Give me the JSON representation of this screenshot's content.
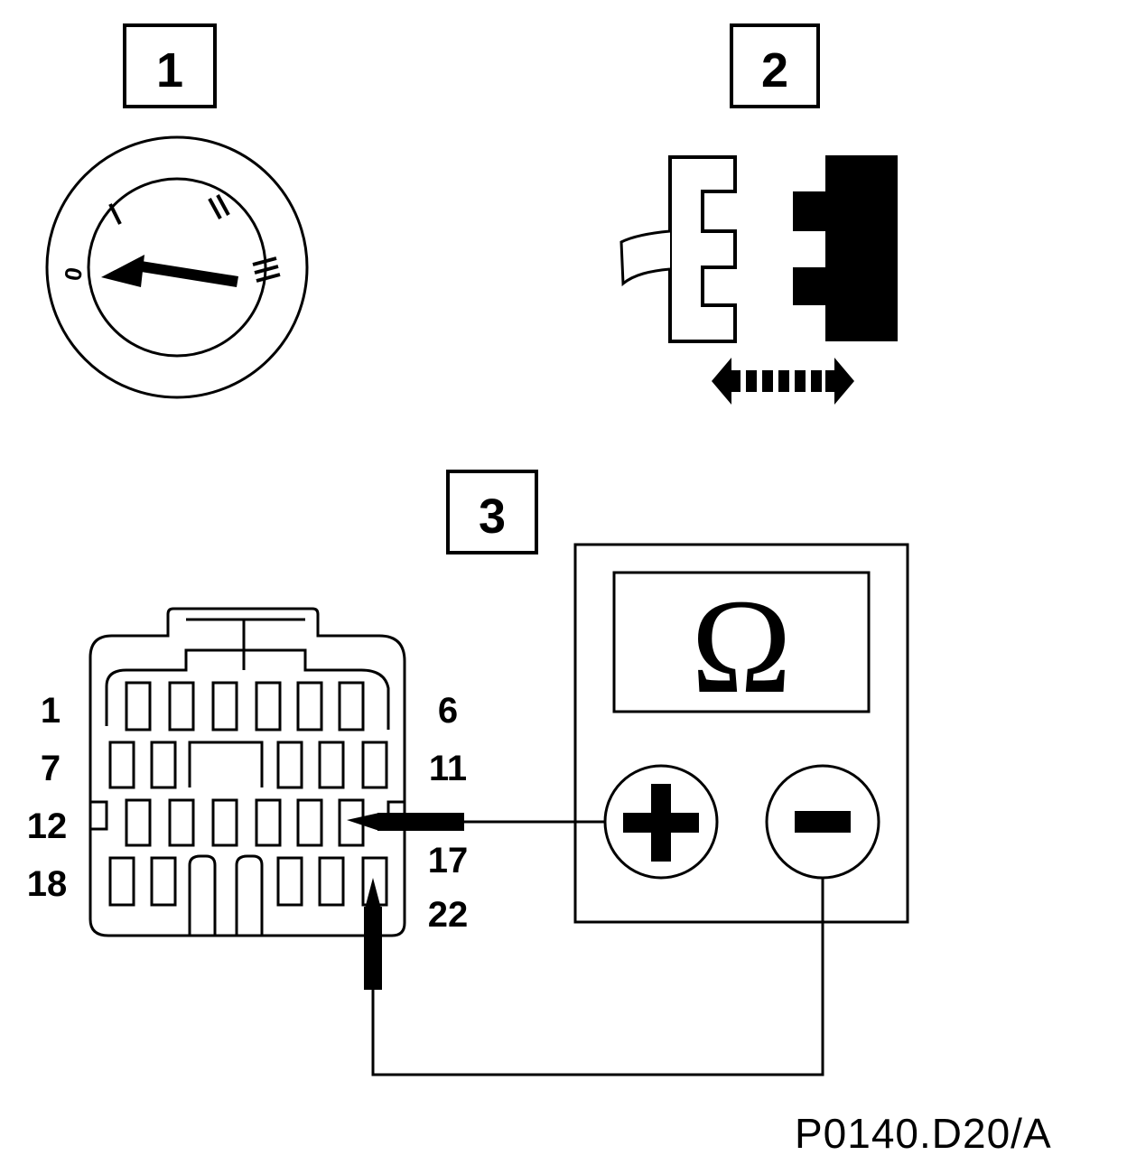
{
  "steps": [
    {
      "number": "1"
    },
    {
      "number": "2"
    },
    {
      "number": "3"
    }
  ],
  "ignition_switch": {
    "positions": [
      "0",
      "I",
      "II",
      "III"
    ],
    "selected": "0"
  },
  "connector": {
    "pin_labels": {
      "row1_left": "1",
      "row1_right": "6",
      "row2_left": "7",
      "row2_right": "11",
      "row3_left": "12",
      "row3_right": "17",
      "row4_left": "18",
      "row4_right": "22"
    }
  },
  "multimeter": {
    "display_symbol": "Ω",
    "positive_symbol": "+",
    "negative_symbol": "−"
  },
  "figure_ref": "P0140.D20/A"
}
